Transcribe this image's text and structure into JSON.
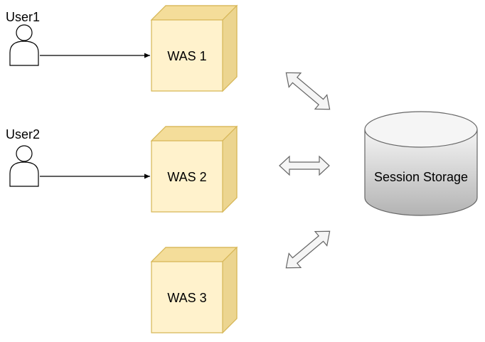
{
  "users": [
    {
      "label": "User1"
    },
    {
      "label": "User2"
    }
  ],
  "servers": [
    {
      "label": "WAS 1"
    },
    {
      "label": "WAS 2"
    },
    {
      "label": "WAS 3"
    }
  ],
  "storage": {
    "label": "Session Storage"
  },
  "colors": {
    "server_fill": "#fff2cc",
    "server_stroke": "#d6b656",
    "storage_fill_top": "#f5f5f5",
    "storage_fill_bottom": "#b3b3b3",
    "storage_stroke": "#666666",
    "arrow_fill": "#f5f5f5",
    "arrow_stroke": "#666666"
  }
}
